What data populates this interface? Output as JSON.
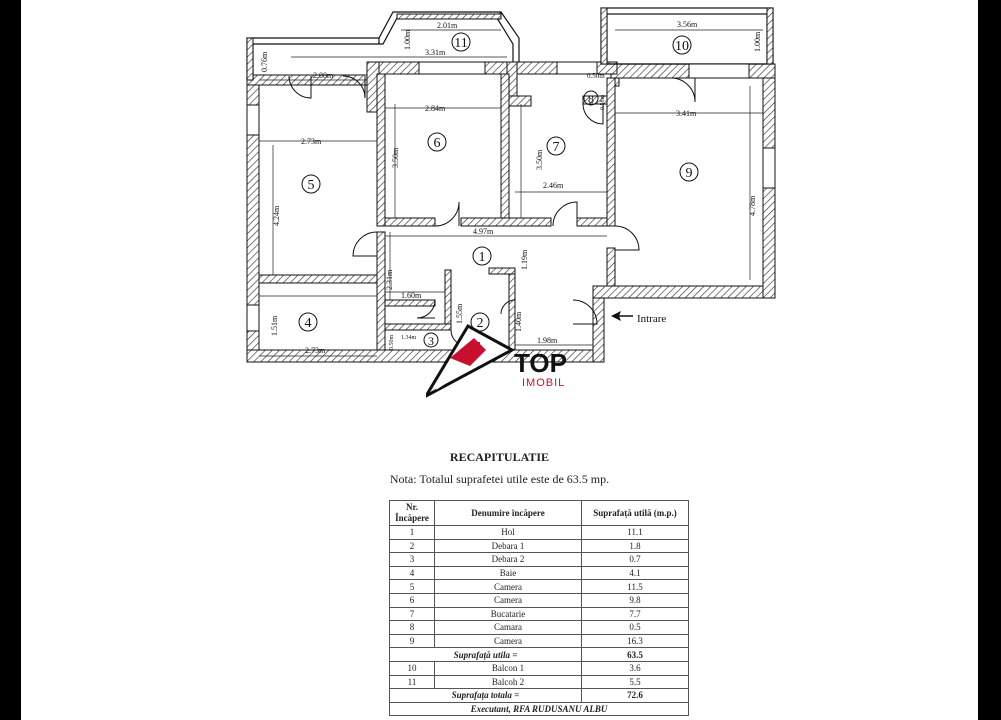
{
  "plan": {
    "room_numbers": [
      "1",
      "2",
      "3",
      "4",
      "5",
      "6",
      "7",
      "8",
      "9",
      "10",
      "11"
    ],
    "dims": {
      "d201": "2.01m",
      "d331": "3.31m",
      "d100a": "1.00m",
      "d076": "0.76m",
      "d208": "2.08m",
      "d356": "3.56m",
      "d100b": "1.00m",
      "d050": "0.50m",
      "d058": "0.58m",
      "d284": "2.84m",
      "d341": "3.41m",
      "d273a": "2.73m",
      "d350a": "3.50m",
      "d350b": "3.50m",
      "d424": "4.24m",
      "d478": "4.78m",
      "d246": "2.46m",
      "d497": "4.97m",
      "d119": "1.19m",
      "d231": "2.31m",
      "d160": "1.60m",
      "d151": "1.51m",
      "d155": "1.55m",
      "d140": "1.40m",
      "d134": "1.34m",
      "d198": "1.98m",
      "d273b": "2.73m",
      "d050b": "0.50m"
    },
    "entrance_label": "Intrare"
  },
  "logo": {
    "top": "TOP",
    "sub": "IMOBIL",
    "colors": {
      "red": "#c8102e",
      "black": "#111111"
    }
  },
  "recap": {
    "title": "RECAPITULATIE",
    "note": "Nota: Totalul suprafetei utile este de 63.5  mp.",
    "headers": [
      "Nr. Încăpere",
      "Denumire încăpere",
      "Suprafață utilă (m.p.)"
    ],
    "rows": [
      {
        "nr": "1",
        "name": "Hol",
        "area": "11.1"
      },
      {
        "nr": "2",
        "name": "Debara 1",
        "area": "1.8"
      },
      {
        "nr": "3",
        "name": "Debara 2",
        "area": "0.7"
      },
      {
        "nr": "4",
        "name": "Baie",
        "area": "4.1"
      },
      {
        "nr": "5",
        "name": "Camera",
        "area": "11.5"
      },
      {
        "nr": "6",
        "name": "Camera",
        "area": "9.8"
      },
      {
        "nr": "7",
        "name": "Bucatarie",
        "area": "7.7"
      },
      {
        "nr": "8",
        "name": "Camara",
        "area": "0.5"
      },
      {
        "nr": "9",
        "name": "Camera",
        "area": "16.3"
      }
    ],
    "subtotal": {
      "label": "Suprafață utila =",
      "value": "63.5"
    },
    "balcony_rows": [
      {
        "nr": "10",
        "name": "Balcon 1",
        "area": "3.6"
      },
      {
        "nr": "11",
        "name": "Balcoh 2",
        "area": "5.5"
      }
    ],
    "total": {
      "label": "Suprafața totala =",
      "value": "72.6"
    },
    "footer": "Executant, RFA RUDUSANU ALBU"
  }
}
